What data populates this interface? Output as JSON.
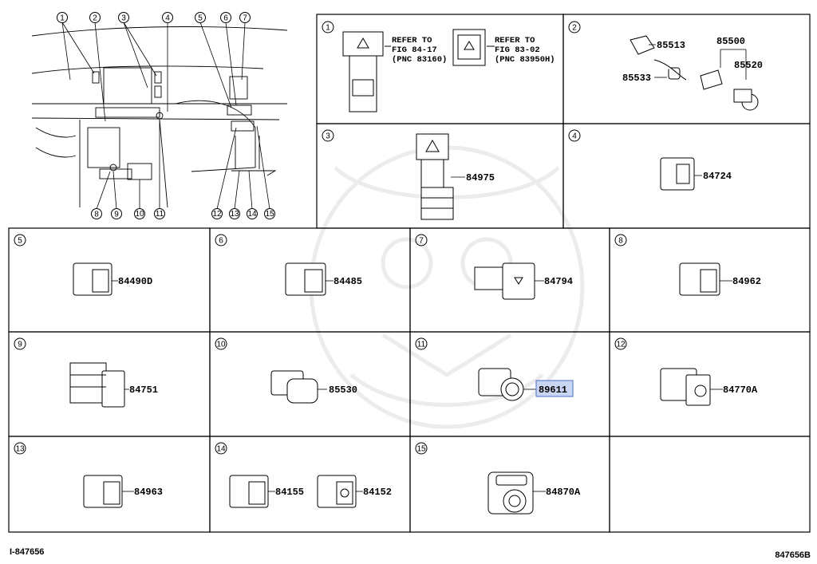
{
  "panels": [
    {
      "index": "1",
      "refs": [
        {
          "l1": "REFER TO",
          "l2": "FIG 84-17",
          "l3": "(PNC 83160)"
        },
        {
          "l1": "REFER TO",
          "l2": "FIG 83-02",
          "l3": "(PNC 83950H)"
        }
      ]
    },
    {
      "index": "2",
      "parts": [
        "85513",
        "85500",
        "85520",
        "85533"
      ]
    },
    {
      "index": "3",
      "parts": [
        "84975"
      ]
    },
    {
      "index": "4",
      "parts": [
        "84724"
      ]
    },
    {
      "index": "5",
      "parts": [
        "84490D"
      ]
    },
    {
      "index": "6",
      "parts": [
        "84485"
      ]
    },
    {
      "index": "7",
      "parts": [
        "84794"
      ]
    },
    {
      "index": "8",
      "parts": [
        "84962"
      ]
    },
    {
      "index": "9",
      "parts": [
        "84751"
      ]
    },
    {
      "index": "10",
      "parts": [
        "85530"
      ]
    },
    {
      "index": "11",
      "parts": [
        "89611"
      ]
    },
    {
      "index": "12",
      "parts": [
        "84770A"
      ]
    },
    {
      "index": "13",
      "parts": [
        "84963"
      ]
    },
    {
      "index": "14",
      "parts": [
        "84155",
        "84152"
      ]
    },
    {
      "index": "15",
      "parts": [
        "84870A"
      ]
    }
  ],
  "overview_callouts": [
    "1",
    "2",
    "3",
    "4",
    "5",
    "6",
    "7",
    "8",
    "9",
    "10",
    "11",
    "12",
    "13",
    "14",
    "15"
  ],
  "footer": {
    "left": "I-847656",
    "right": "847656B"
  },
  "colors": {
    "line": "#000000",
    "highlight": "#c9d6f2",
    "highlight_border": "#4a6fc4",
    "watermark": "#ececec"
  }
}
